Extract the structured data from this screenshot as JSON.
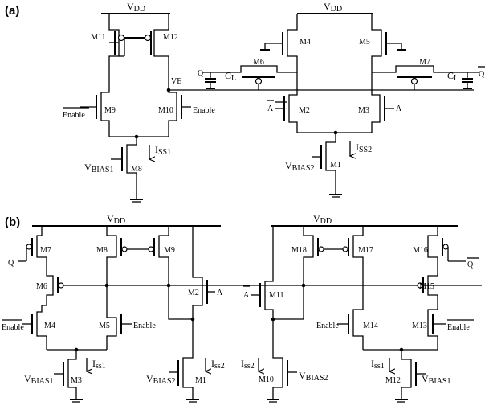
{
  "panels": {
    "a": "(a)",
    "b": "(b)"
  },
  "a": {
    "vdd_left": "V",
    "vdd_left_sub": "DD",
    "vdd_right": "V",
    "vdd_right_sub": "DD",
    "m11": "M11",
    "m12": "M12",
    "m9": "M9",
    "m10": "M10",
    "m8": "M8",
    "m4": "M4",
    "m5": "M5",
    "m6": "M6",
    "m7": "M7",
    "m2": "M2",
    "m3": "M3",
    "m1": "M1",
    "ve": "VE",
    "enable_bar": "Enable",
    "enable": "Enable",
    "vbias1": "V",
    "vbias1_sub": "BIAS1",
    "vbias2": "V",
    "vbias2_sub": "BIAS2",
    "iss1": "I",
    "iss1_sub": "SS1",
    "iss2": "I",
    "iss2_sub": "SS2",
    "q": "Q",
    "q_bar": "Q",
    "cl_left": "C",
    "cl_left_sub": "L",
    "cl_right": "C",
    "cl_right_sub": "L",
    "a_bar": "A",
    "a": "A"
  },
  "b": {
    "vdd_left": "V",
    "vdd_left_sub": "DD",
    "vdd_right": "V",
    "vdd_right_sub": "DD",
    "m7": "M7",
    "m8": "M8",
    "m9": "M9",
    "m6": "M6",
    "m2": "M2",
    "m4": "M4",
    "m5": "M5",
    "m3": "M3",
    "m1": "M1",
    "q": "Q",
    "a": "A",
    "enable_bar": "Enable",
    "enable": "Enable",
    "vbias1": "V",
    "vbias1_sub": "BIAS1",
    "vbias2": "V",
    "vbias2_sub": "BIAS2",
    "iss1": "I",
    "iss1_sub": "ss1",
    "iss2": "I",
    "iss2_sub": "ss2",
    "m18": "M18",
    "m17": "M17",
    "m16": "M16",
    "m11": "M11",
    "m15": "M15",
    "m14": "M14",
    "m13": "M13",
    "m10": "M10",
    "m12": "M12",
    "a_bar": "A",
    "q_bar": "Q",
    "enable2": "Enable",
    "enable2_bar": "Enable",
    "iss2_r": "I",
    "iss2_r_sub": "ss2",
    "vbias2_r": "V",
    "vbias2_r_sub": "BIAS2",
    "iss1_r": "I",
    "iss1_r_sub": "ss1",
    "vbias1_r": "V",
    "vbias1_r_sub": "BIAS1"
  }
}
